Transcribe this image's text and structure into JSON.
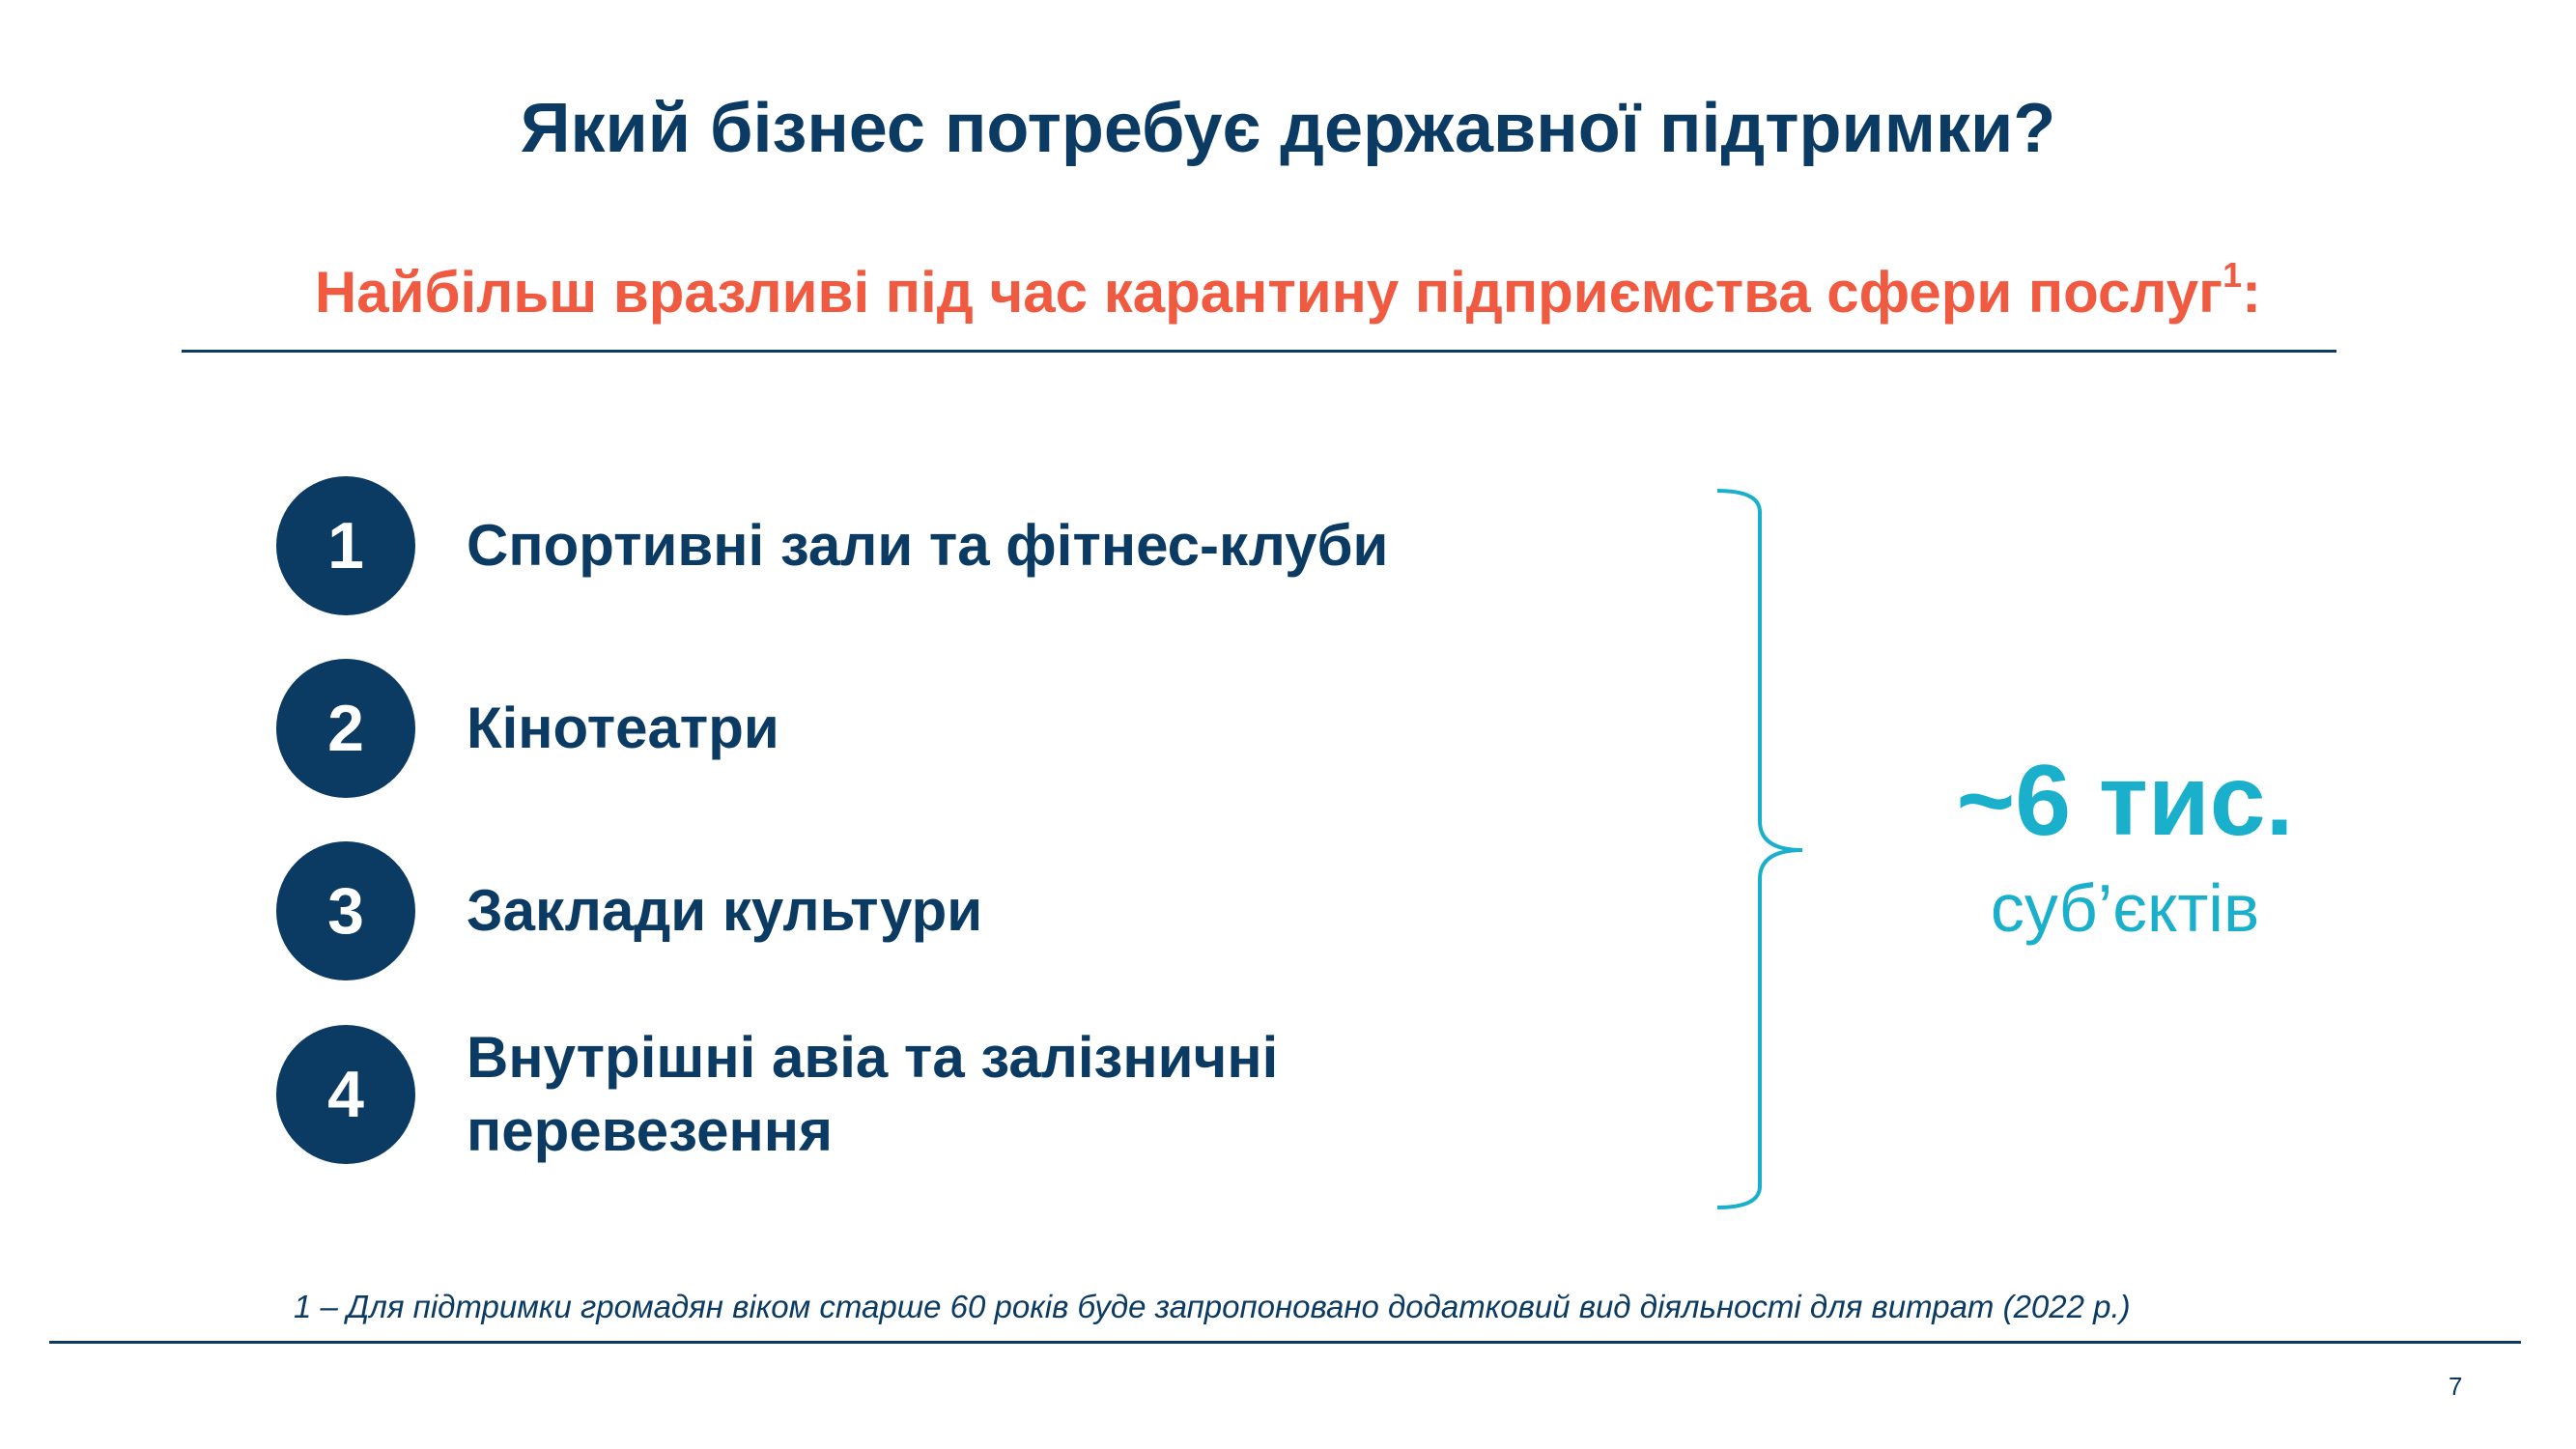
{
  "title": "Який бізнес потребує державної підтримки?",
  "subtitle": {
    "text": "Найбільш вразливі під час карантину підприємства сфери послуг",
    "footnote_mark": "1",
    "suffix": ":"
  },
  "items": [
    {
      "number": "1",
      "label": "Спортивні зали та фітнес-клуби"
    },
    {
      "number": "2",
      "label": "Кінотеатри"
    },
    {
      "number": "3",
      "label": "Заклади культури"
    },
    {
      "number": "4",
      "label_line1": "Внутрішні авіа та залізничні",
      "label_line2": "перевезення"
    }
  ],
  "summary": {
    "value": "~6 тис.",
    "unit": "суб’єктів"
  },
  "footnote": "1 – Для підтримки громадян віком старше 60 років буде запропоновано додатковий вид діяльності для витрат (2022 р.)",
  "page_number": "7",
  "colors": {
    "navy": "#0b3a63",
    "orange": "#f05a40",
    "cyan": "#1ab0cc"
  }
}
